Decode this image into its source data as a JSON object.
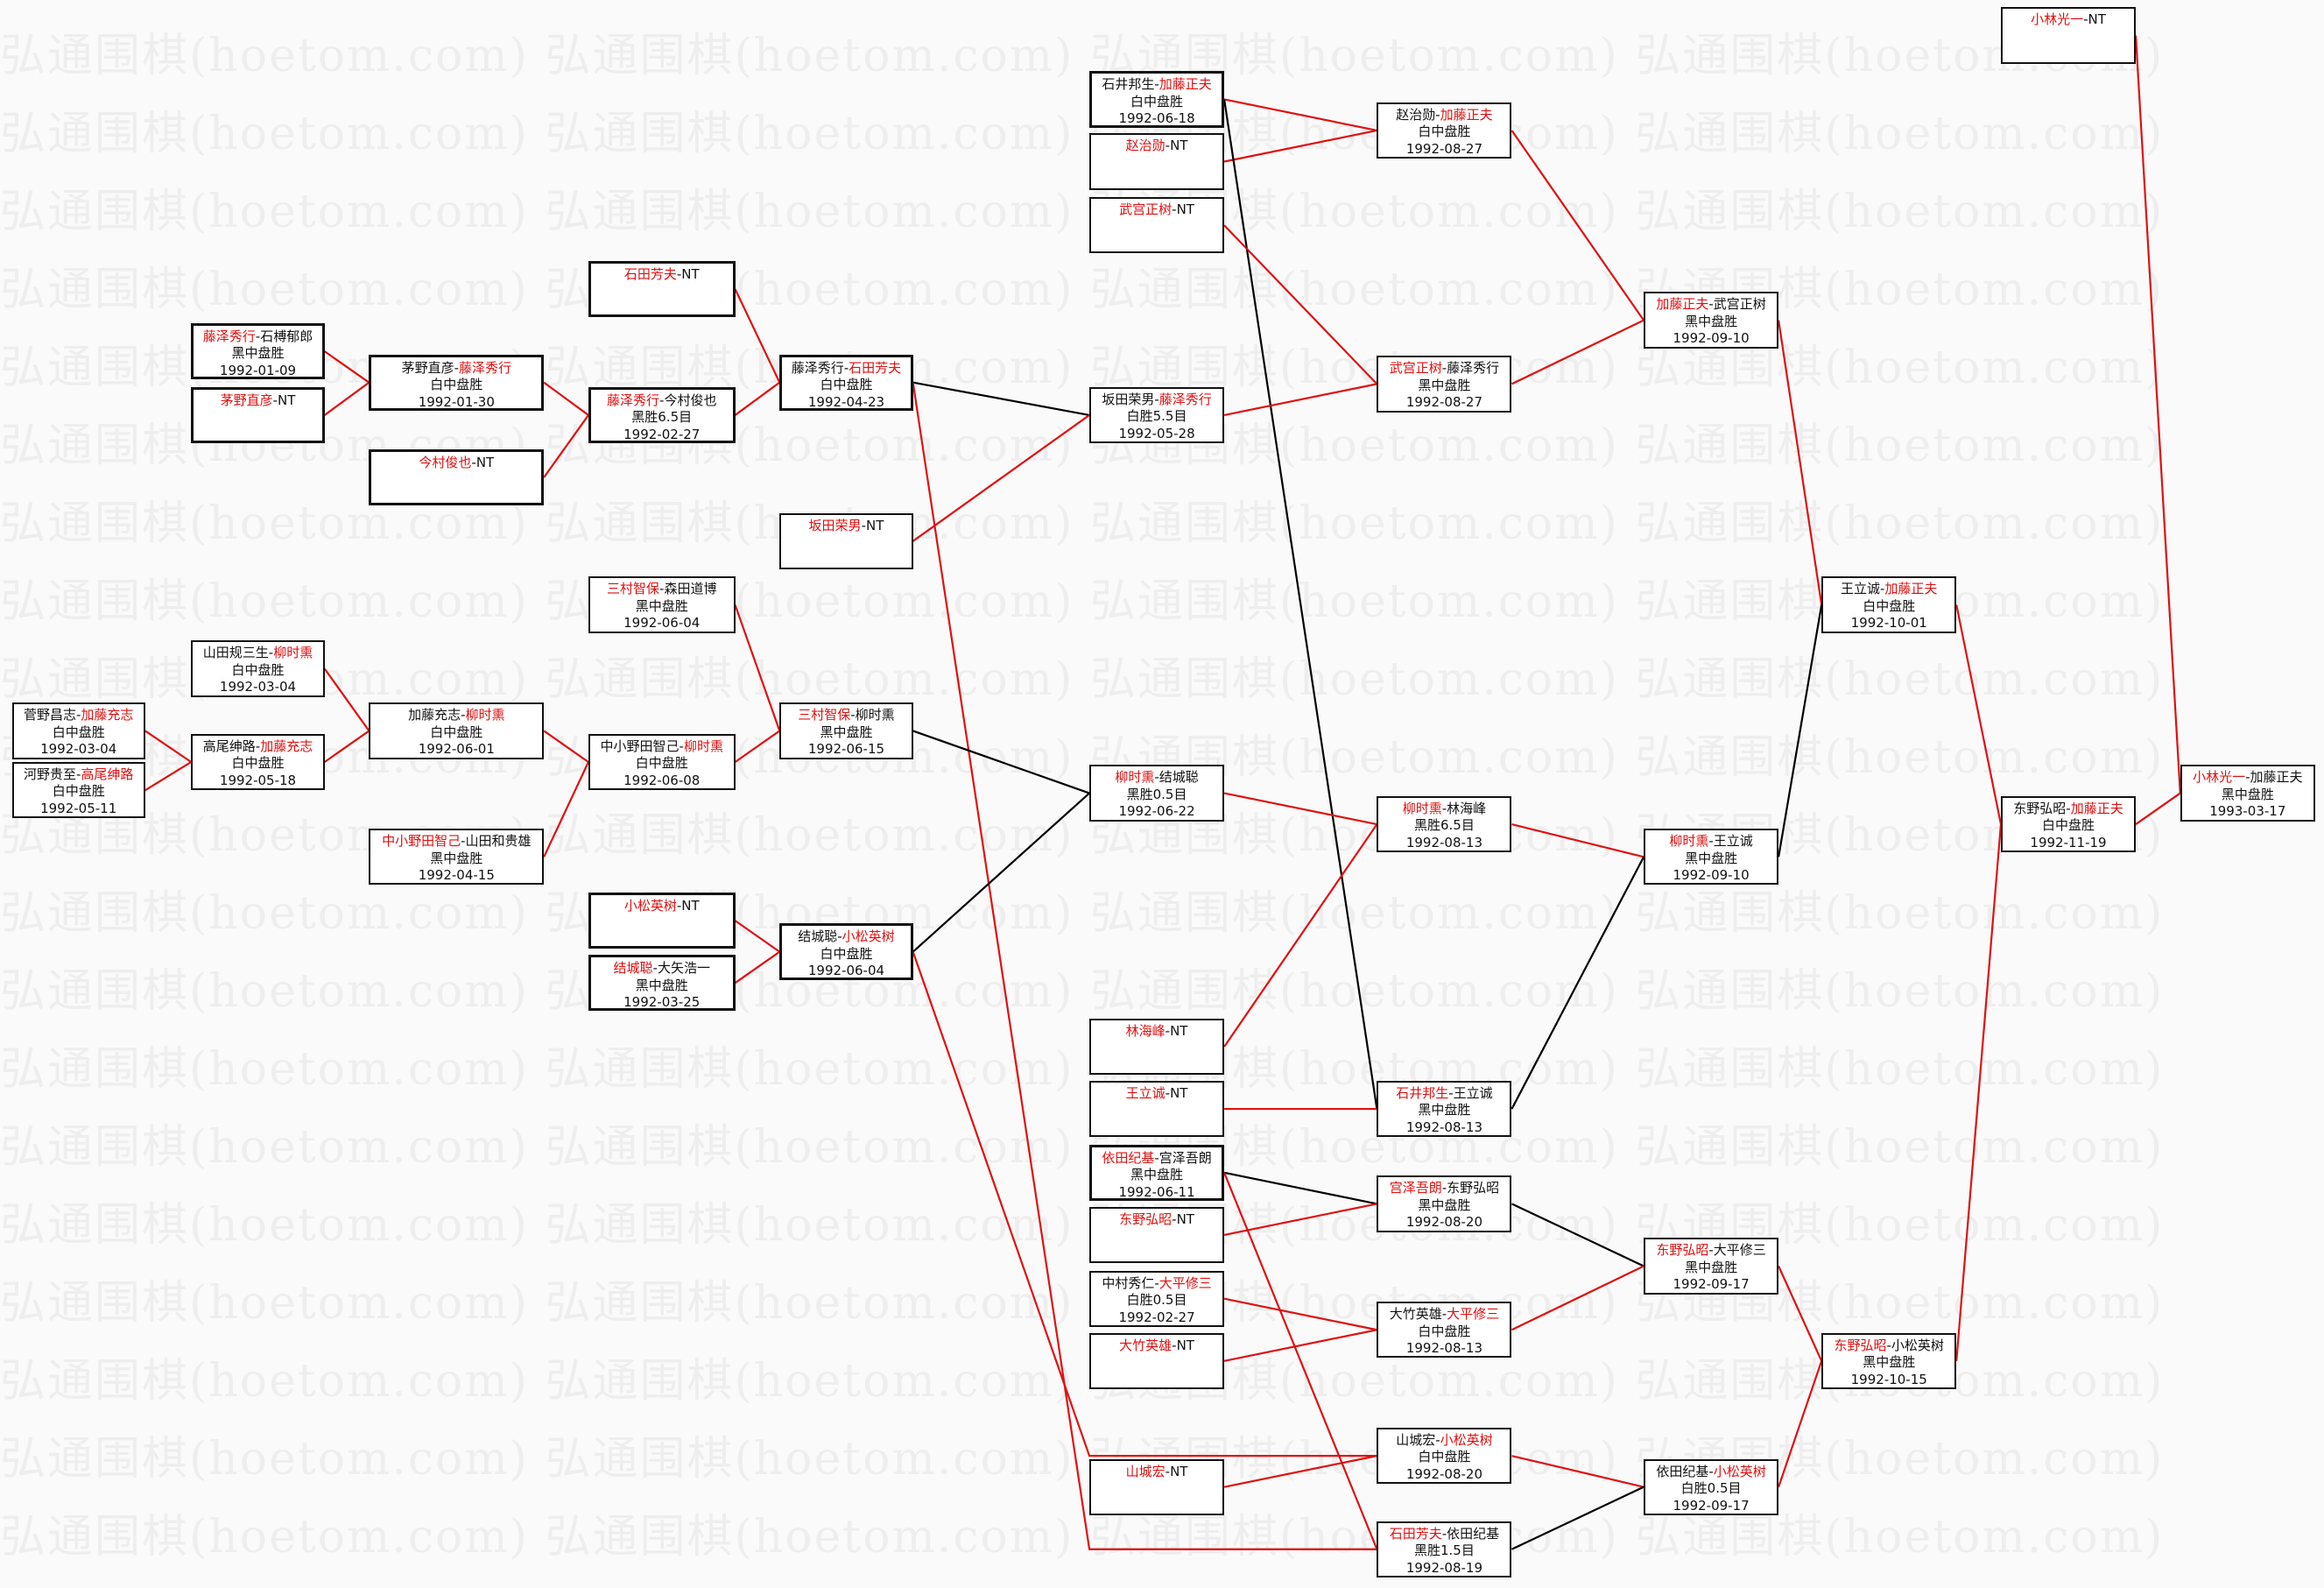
{
  "watermark": "弘通围棋(hoetom.com)",
  "colors": {
    "winner": "#e01010",
    "line_win": "#e01010",
    "line_loss": "#000000"
  },
  "matches": [
    {
      "id": "m1",
      "a": "菅野昌志",
      "b": "加藤充志",
      "winner": "b",
      "result": "白中盘胜",
      "date": "1992-03-04"
    },
    {
      "id": "m2",
      "a": "河野贵至",
      "b": "高尾绅路",
      "winner": "b",
      "result": "白中盘胜",
      "date": "1992-05-11"
    },
    {
      "id": "m3",
      "a": "藤泽秀行",
      "b": "石榑郁郎",
      "winner": "a",
      "result": "黑中盘胜",
      "date": "1992-01-09"
    },
    {
      "id": "m4",
      "a": "茅野直彦",
      "b": "NT",
      "winner": "a"
    },
    {
      "id": "m5",
      "a": "山田规三生",
      "b": "柳时熏",
      "winner": "b",
      "result": "白中盘胜",
      "date": "1992-03-04"
    },
    {
      "id": "m6",
      "a": "高尾绅路",
      "b": "加藤充志",
      "winner": "b",
      "result": "白中盘胜",
      "date": "1992-05-18"
    },
    {
      "id": "m7",
      "a": "茅野直彦",
      "b": "藤泽秀行",
      "winner": "b",
      "result": "白中盘胜",
      "date": "1992-01-30"
    },
    {
      "id": "m8",
      "a": "今村俊也",
      "b": "NT",
      "winner": "a"
    },
    {
      "id": "m9",
      "a": "加藤充志",
      "b": "柳时熏",
      "winner": "b",
      "result": "白中盘胜",
      "date": "1992-06-01"
    },
    {
      "id": "m10",
      "a": "中小野田智己",
      "b": "山田和贵雄",
      "winner": "a",
      "result": "黑中盘胜",
      "date": "1992-04-15"
    },
    {
      "id": "m11",
      "a": "石田芳夫",
      "b": "NT",
      "winner": "a"
    },
    {
      "id": "m12",
      "a": "藤泽秀行",
      "b": "今村俊也",
      "winner": "a",
      "result": "黑胜6.5目",
      "date": "1992-02-27"
    },
    {
      "id": "m13",
      "a": "三村智保",
      "b": "森田道博",
      "winner": "a",
      "result": "黑中盘胜",
      "date": "1992-06-04"
    },
    {
      "id": "m14",
      "a": "中小野田智己",
      "b": "柳时熏",
      "winner": "b",
      "result": "白中盘胜",
      "date": "1992-06-08"
    },
    {
      "id": "m15",
      "a": "小松英树",
      "b": "NT",
      "winner": "a"
    },
    {
      "id": "m16",
      "a": "结城聪",
      "b": "大矢浩一",
      "winner": "a",
      "result": "黑中盘胜",
      "date": "1992-03-25"
    },
    {
      "id": "m17",
      "a": "藤泽秀行",
      "b": "石田芳夫",
      "winner": "b",
      "result": "白中盘胜",
      "date": "1992-04-23"
    },
    {
      "id": "m18",
      "a": "坂田荣男",
      "b": "NT",
      "winner": "a"
    },
    {
      "id": "m19",
      "a": "三村智保",
      "b": "柳时熏",
      "winner": "a",
      "result": "黑中盘胜",
      "date": "1992-06-15"
    },
    {
      "id": "m20",
      "a": "结城聪",
      "b": "小松英树",
      "winner": "b",
      "result": "白中盘胜",
      "date": "1992-06-04"
    },
    {
      "id": "m21",
      "a": "石井邦生",
      "b": "加藤正夫",
      "winner": "b",
      "result": "白中盘胜",
      "date": "1992-06-18"
    },
    {
      "id": "m22",
      "a": "赵治勋",
      "b": "NT",
      "winner": "a"
    },
    {
      "id": "m23",
      "a": "武宫正树",
      "b": "NT",
      "winner": "a"
    },
    {
      "id": "m24",
      "a": "坂田荣男",
      "b": "藤泽秀行",
      "winner": "b",
      "result": "白胜5.5目",
      "date": "1992-05-28"
    },
    {
      "id": "m25",
      "a": "柳时熏",
      "b": "结城聪",
      "winner": "a",
      "result": "黑胜0.5目",
      "date": "1992-06-22"
    },
    {
      "id": "m26",
      "a": "林海峰",
      "b": "NT",
      "winner": "a"
    },
    {
      "id": "m27",
      "a": "王立诚",
      "b": "NT",
      "winner": "a"
    },
    {
      "id": "m28",
      "a": "依田纪基",
      "b": "宫泽吾朗",
      "winner": "a",
      "result": "黑中盘胜",
      "date": "1992-06-11"
    },
    {
      "id": "m29",
      "a": "东野弘昭",
      "b": "NT",
      "winner": "a"
    },
    {
      "id": "m30",
      "a": "中村秀仁",
      "b": "大平修三",
      "winner": "b",
      "result": "白胜0.5目",
      "date": "1992-02-27"
    },
    {
      "id": "m31",
      "a": "大竹英雄",
      "b": "NT",
      "winner": "a"
    },
    {
      "id": "m32",
      "a": "山城宏",
      "b": "NT",
      "winner": "a"
    },
    {
      "id": "m33",
      "a": "赵治勋",
      "b": "加藤正夫",
      "winner": "b",
      "result": "白中盘胜",
      "date": "1992-08-27"
    },
    {
      "id": "m34",
      "a": "武宫正树",
      "b": "藤泽秀行",
      "winner": "a",
      "result": "黑中盘胜",
      "date": "1992-08-27"
    },
    {
      "id": "m35",
      "a": "柳时熏",
      "b": "林海峰",
      "winner": "a",
      "result": "黑胜6.5目",
      "date": "1992-08-13"
    },
    {
      "id": "m36",
      "a": "石井邦生",
      "b": "王立诚",
      "winner": "a",
      "result": "黑中盘胜",
      "date": "1992-08-13"
    },
    {
      "id": "m37",
      "a": "宫泽吾朗",
      "b": "东野弘昭",
      "winner": "a",
      "result": "黑中盘胜",
      "date": "1992-08-20"
    },
    {
      "id": "m38",
      "a": "大竹英雄",
      "b": "大平修三",
      "winner": "b",
      "result": "白中盘胜",
      "date": "1992-08-13"
    },
    {
      "id": "m39",
      "a": "山城宏",
      "b": "小松英树",
      "winner": "b",
      "result": "白中盘胜",
      "date": "1992-08-20"
    },
    {
      "id": "m40",
      "a": "石田芳夫",
      "b": "依田纪基",
      "winner": "a",
      "result": "黑胜1.5目",
      "date": "1992-08-19"
    },
    {
      "id": "m41",
      "a": "加藤正夫",
      "b": "武宫正树",
      "winner": "a",
      "result": "黑中盘胜",
      "date": "1992-09-10"
    },
    {
      "id": "m42",
      "a": "柳时熏",
      "b": "王立诚",
      "winner": "a",
      "result": "黑中盘胜",
      "date": "1992-09-10"
    },
    {
      "id": "m43",
      "a": "东野弘昭",
      "b": "大平修三",
      "winner": "a",
      "result": "黑中盘胜",
      "date": "1992-09-17"
    },
    {
      "id": "m44",
      "a": "依田纪基",
      "b": "小松英树",
      "winner": "b",
      "result": "白胜0.5目",
      "date": "1992-09-17"
    },
    {
      "id": "m45",
      "a": "王立诚",
      "b": "加藤正夫",
      "winner": "b",
      "result": "白中盘胜",
      "date": "1992-10-01"
    },
    {
      "id": "m46",
      "a": "东野弘昭",
      "b": "小松英树",
      "winner": "a",
      "result": "黑中盘胜",
      "date": "1992-10-15"
    },
    {
      "id": "m47",
      "a": "小林光一",
      "b": "NT",
      "winner": "a"
    },
    {
      "id": "m48",
      "a": "东野弘昭",
      "b": "加藤正夫",
      "winner": "b",
      "result": "白中盘胜",
      "date": "1992-11-19"
    },
    {
      "id": "m49",
      "a": "小林光一",
      "b": "加藤正夫",
      "winner": "a",
      "result": "黑中盘胜",
      "date": "1993-03-17"
    }
  ],
  "links": [
    [
      "m1",
      "m6",
      "win"
    ],
    [
      "m2",
      "m6",
      "win"
    ],
    [
      "m3",
      "m7",
      "win"
    ],
    [
      "m4",
      "m7",
      "win"
    ],
    [
      "m5",
      "m9",
      "win"
    ],
    [
      "m6",
      "m9",
      "win"
    ],
    [
      "m7",
      "m12",
      "win"
    ],
    [
      "m8",
      "m12",
      "win"
    ],
    [
      "m9",
      "m14",
      "win"
    ],
    [
      "m10",
      "m14",
      "win"
    ],
    [
      "m11",
      "m17",
      "win"
    ],
    [
      "m12",
      "m17",
      "win"
    ],
    [
      "m13",
      "m19",
      "win"
    ],
    [
      "m14",
      "m19",
      "win"
    ],
    [
      "m15",
      "m20",
      "win"
    ],
    [
      "m16",
      "m20",
      "win"
    ],
    [
      "m17",
      "m24",
      "loss"
    ],
    [
      "m18",
      "m24",
      "win"
    ],
    [
      "m17",
      "m40",
      "win"
    ],
    [
      "m19",
      "m25",
      "loss"
    ],
    [
      "m20",
      "m25",
      "loss"
    ],
    [
      "m20",
      "m39",
      "win"
    ],
    [
      "m21",
      "m33",
      "win"
    ],
    [
      "m22",
      "m33",
      "win"
    ],
    [
      "m21",
      "m36",
      "loss"
    ],
    [
      "m23",
      "m34",
      "win"
    ],
    [
      "m24",
      "m34",
      "win"
    ],
    [
      "m25",
      "m35",
      "win"
    ],
    [
      "m26",
      "m35",
      "win"
    ],
    [
      "m27",
      "m36",
      "win"
    ],
    [
      "m28",
      "m37",
      "loss"
    ],
    [
      "m29",
      "m37",
      "win"
    ],
    [
      "m28",
      "m40",
      "win"
    ],
    [
      "m30",
      "m38",
      "win"
    ],
    [
      "m31",
      "m38",
      "win"
    ],
    [
      "m32",
      "m39",
      "win"
    ],
    [
      "m33",
      "m41",
      "win"
    ],
    [
      "m34",
      "m41",
      "win"
    ],
    [
      "m35",
      "m42",
      "win"
    ],
    [
      "m36",
      "m42",
      "loss"
    ],
    [
      "m37",
      "m43",
      "loss"
    ],
    [
      "m38",
      "m43",
      "win"
    ],
    [
      "m39",
      "m44",
      "win"
    ],
    [
      "m40",
      "m44",
      "loss"
    ],
    [
      "m41",
      "m45",
      "win"
    ],
    [
      "m42",
      "m45",
      "loss"
    ],
    [
      "m43",
      "m46",
      "win"
    ],
    [
      "m44",
      "m46",
      "win"
    ],
    [
      "m45",
      "m48",
      "win"
    ],
    [
      "m46",
      "m48",
      "win"
    ],
    [
      "m47",
      "m49",
      "win"
    ],
    [
      "m48",
      "m49",
      "win"
    ]
  ]
}
